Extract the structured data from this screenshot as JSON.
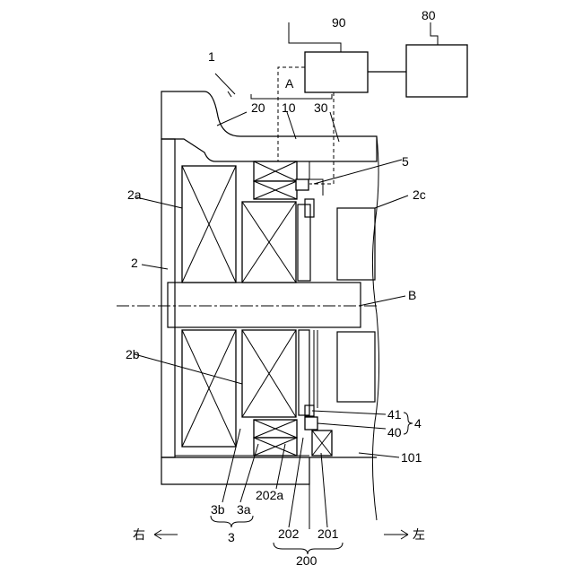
{
  "labels": {
    "assembly": "1",
    "controller": "90",
    "power": "80",
    "section_A": "A",
    "part20": "20",
    "part10": "10",
    "part30": "30",
    "part5": "5",
    "part2a": "2a",
    "part2c": "2c",
    "part2": "2",
    "axis_B": "B",
    "part2b": "2b",
    "part41": "41",
    "part40": "40",
    "part4": "4",
    "part101": "101",
    "part3b": "3b",
    "part3a": "3a",
    "part202a": "202a",
    "part3": "3",
    "part202": "202",
    "part201": "201",
    "part200": "200"
  },
  "directions": {
    "right": "右",
    "left": "左"
  }
}
